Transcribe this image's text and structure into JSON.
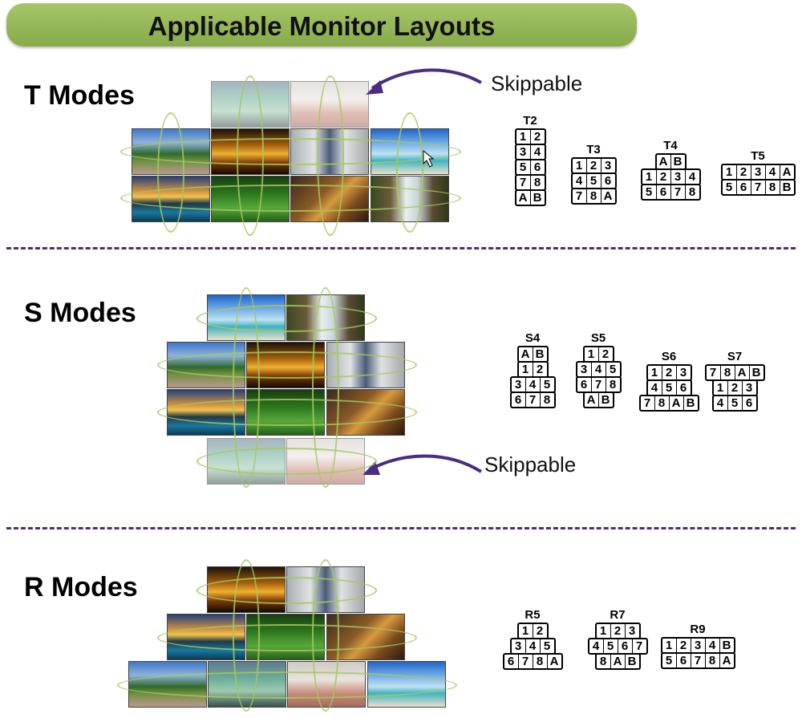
{
  "title": "Applicable Monitor Layouts",
  "sections": {
    "t": {
      "title": "T Modes",
      "skippable": "Skippable"
    },
    "s": {
      "title": "S Modes",
      "skippable": "Skippable"
    },
    "r": {
      "title": "R Modes"
    }
  },
  "scenes": {
    "aurora": "aurora",
    "geisha": "geisha",
    "lake": "lake",
    "sunset": "sunset",
    "arcade": "arcade",
    "beach": "beach",
    "coast": "coast",
    "grass": "grass",
    "leopard": "leopard",
    "falls": "falls"
  },
  "layouts": {
    "T2": {
      "name": "T2",
      "rows": [
        [
          "1",
          "2"
        ],
        [
          "3",
          "4"
        ],
        [
          "5",
          "6"
        ],
        [
          "7",
          "8"
        ],
        [
          "A",
          "B"
        ]
      ]
    },
    "T3": {
      "name": "T3",
      "rows": [
        [
          "1",
          "2",
          "3"
        ],
        [
          "4",
          "5",
          "6"
        ],
        [
          "7",
          "8",
          "A"
        ]
      ]
    },
    "T4": {
      "name": "T4",
      "rows": [
        [
          "A",
          "B"
        ],
        [
          "1",
          "2",
          "3",
          "4"
        ],
        [
          "5",
          "6",
          "7",
          "8"
        ]
      ]
    },
    "T5": {
      "name": "T5",
      "rows": [
        [
          "1",
          "2",
          "3",
          "4",
          "A"
        ],
        [
          "5",
          "6",
          "7",
          "8",
          "B"
        ]
      ]
    },
    "S4": {
      "name": "S4",
      "rows": [
        [
          "A",
          "B"
        ],
        [
          "1",
          "2"
        ],
        [
          "3",
          "4",
          "5"
        ],
        [
          "6",
          "7",
          "8"
        ]
      ]
    },
    "S5": {
      "name": "S5",
      "rows": [
        [
          "1",
          "2"
        ],
        [
          "3",
          "4",
          "5"
        ],
        [
          "6",
          "7",
          "8"
        ],
        [
          "A",
          "B"
        ]
      ]
    },
    "S6": {
      "name": "S6",
      "rows": [
        [
          "1",
          "2",
          "3"
        ],
        [
          "4",
          "5",
          "6"
        ],
        [
          "7",
          "8",
          "A",
          "B"
        ]
      ]
    },
    "S7": {
      "name": "S7",
      "rows": [
        [
          "7",
          "8",
          "A",
          "B"
        ],
        [
          "1",
          "2",
          "3"
        ],
        [
          "4",
          "5",
          "6"
        ]
      ]
    },
    "R5": {
      "name": "R5",
      "rows": [
        [
          "1",
          "2"
        ],
        [
          "3",
          "4",
          "5"
        ],
        [
          "6",
          "7",
          "8",
          "A"
        ]
      ]
    },
    "R7": {
      "name": "R7",
      "rows": [
        [
          "1",
          "2",
          "3"
        ],
        [
          "4",
          "5",
          "6",
          "7"
        ],
        [
          "8",
          "A",
          "B"
        ]
      ]
    },
    "R9": {
      "name": "R9",
      "rows": [
        [
          "1",
          "2",
          "3",
          "4",
          "B"
        ],
        [
          "5",
          "6",
          "7",
          "8",
          "A"
        ]
      ]
    }
  }
}
